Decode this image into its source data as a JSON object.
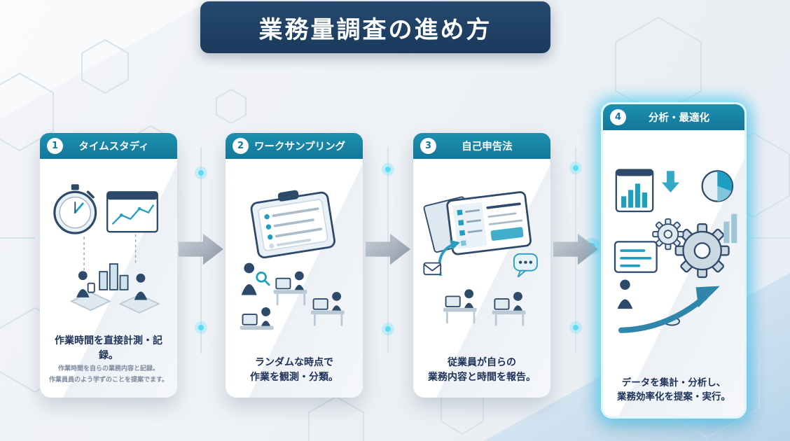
{
  "title": "業務量調査の進め方",
  "steps": [
    {
      "number": "1",
      "title": "タイムスタディ",
      "desc_lines": [
        "作業時間を直接計測・記録。"
      ],
      "sub_lines": [
        "作業時間を自らの業務内容と記録。",
        "作業員員のよう学ずのことを提案でます。"
      ],
      "icon": "stopwatch-chart-illustration"
    },
    {
      "number": "2",
      "title": "ワークサンプリング",
      "desc_lines": [
        "ランダムな時点で",
        "作業を観測・分類。"
      ],
      "icon": "clipboard-sampling-illustration"
    },
    {
      "number": "3",
      "title": "自己申告法",
      "desc_lines": [
        "従業員が自らの",
        "業務内容と時間を報告。"
      ],
      "icon": "self-report-form-illustration"
    },
    {
      "number": "4",
      "title": "分析・最適化",
      "desc_lines": [
        "データを集計・分析し、",
        "業務効率化を提案・実行。"
      ],
      "icon": "gears-analytics-illustration",
      "highlighted": true
    }
  ],
  "colors": {
    "banner_navy": "#1c3a5c",
    "header_teal": "#15809f",
    "accent_teal": "#1f9fc0",
    "text_navy": "#1c3157",
    "highlight_glow": "#5adcf8",
    "arrow_gray": "#9aa6b2"
  }
}
